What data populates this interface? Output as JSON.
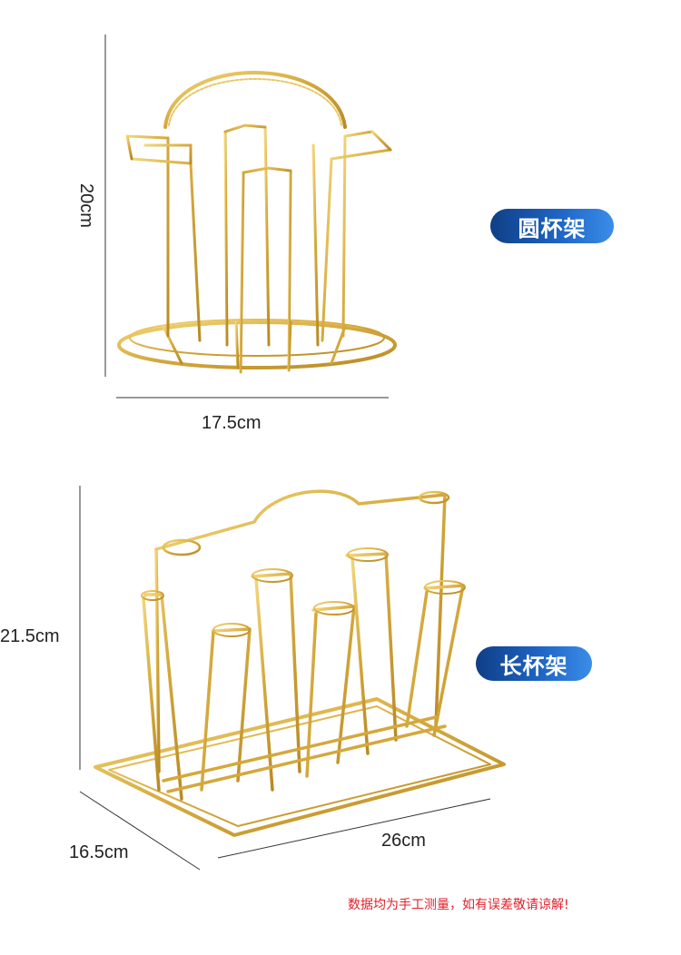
{
  "round_rack": {
    "label": "圆杯架",
    "height_text": "20cm",
    "width_text": "17.5cm",
    "product_image": "round-cup-rack"
  },
  "long_rack": {
    "label": "长杯架",
    "height_text": "21.5cm",
    "depth_text": "16.5cm",
    "width_text": "26cm",
    "product_image": "long-cup-rack"
  },
  "disclaimer": "数据均为手工测量，如有误差敬请谅解!",
  "colors": {
    "gold": "#d9b24a",
    "gold_dark": "#b38a2a",
    "badge_blue": "#1a56ad",
    "note_red": "#e0202a"
  }
}
